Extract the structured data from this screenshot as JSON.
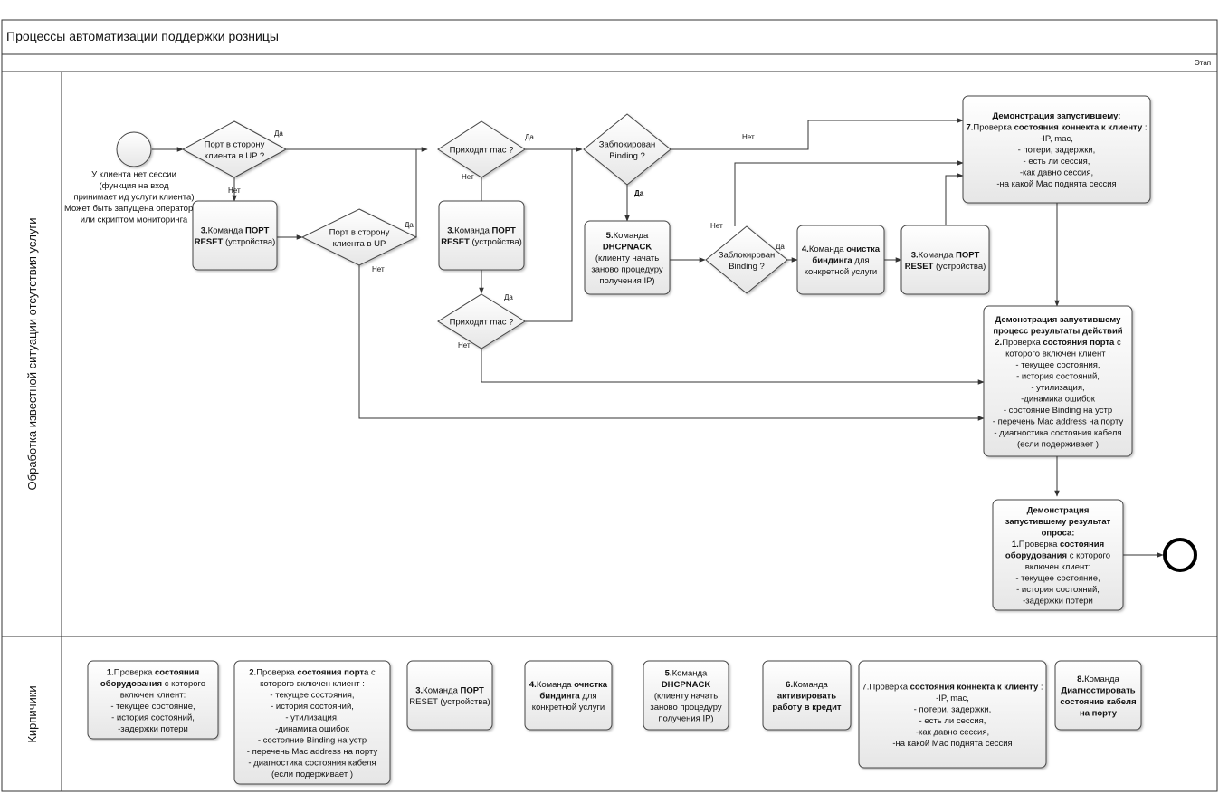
{
  "diagram": {
    "title": "Процессы автоматизации поддержки розницы",
    "stage_label": "Этап",
    "lanes": {
      "main": "Обработка известной ситуации отсутствия услуги",
      "bricks": "Кирпичики"
    },
    "start_note": [
      "У клиента нет сессии",
      "(функция на вход",
      "принимает ид услуги клиента)",
      "Может быть запущена оператором",
      "или скриптом мониторинга"
    ],
    "decisions": {
      "d1": [
        "Порт в сторону",
        "клиента в UP ?"
      ],
      "d2": [
        "Порт в сторону",
        "клиента в UP"
      ],
      "d3": [
        "Приходит mac ?"
      ],
      "d4": [
        "Приходит mac ?"
      ],
      "d5": [
        "Заблокирован",
        "Binding ?"
      ],
      "d6": [
        "Заблокирован",
        "Binding ?"
      ]
    },
    "edge_labels": {
      "yes": "Да",
      "no": "Нет"
    },
    "tasks": {
      "reset": [
        [
          [
            "3.",
            true
          ],
          [
            "Команда ",
            false
          ],
          [
            "ПОРТ",
            true
          ]
        ],
        [
          [
            "RESET",
            true
          ],
          [
            " (устройства)",
            false
          ]
        ]
      ],
      "dhcp": [
        [
          [
            "5.",
            true
          ],
          [
            "Команда",
            false
          ]
        ],
        [
          [
            "DHCPNACK",
            true
          ]
        ],
        [
          [
            "(клиенту начать",
            false
          ]
        ],
        [
          [
            "заново процедуру",
            false
          ]
        ],
        [
          [
            "получения IP)",
            false
          ]
        ]
      ],
      "clear_binding": [
        [
          [
            "4.",
            true
          ],
          [
            "Команда ",
            false
          ],
          [
            "очистка",
            true
          ]
        ],
        [
          [
            "биндинга",
            true
          ],
          [
            " для",
            false
          ]
        ],
        [
          [
            "конкретной услуги",
            false
          ]
        ]
      ],
      "session_check": [
        [
          [
            "Демонстрация запустившему:",
            true
          ]
        ],
        [
          [
            "7.",
            true
          ],
          [
            "Проверка ",
            false
          ],
          [
            "состояния коннекта к клиенту",
            true
          ],
          [
            " :",
            false
          ]
        ],
        [
          [
            "-IP, mac,",
            false
          ]
        ],
        [
          [
            "- потери, задержки,",
            false
          ]
        ],
        [
          [
            "- есть ли сессия,",
            false
          ]
        ],
        [
          [
            "-как давно сессия,",
            false
          ]
        ],
        [
          [
            "-на какой Mac поднята сессия",
            false
          ]
        ]
      ],
      "port_check": [
        [
          [
            "Демонстрация запустившему",
            true
          ]
        ],
        [
          [
            "процесс результаты действий",
            true
          ]
        ],
        [
          [
            "2.",
            true
          ],
          [
            "Проверка ",
            false
          ],
          [
            "состояния порта",
            true
          ],
          [
            " с",
            false
          ]
        ],
        [
          [
            "которого включен клиент :",
            false
          ]
        ],
        [
          [
            "- текущее состояния,",
            false
          ]
        ],
        [
          [
            "- история состояний,",
            false
          ]
        ],
        [
          [
            "- утилизация,",
            false
          ]
        ],
        [
          [
            "-динамика ошибок",
            false
          ]
        ],
        [
          [
            "- состояние Binding на устр",
            false
          ]
        ],
        [
          [
            "- перечень Mac address на порту",
            false
          ]
        ],
        [
          [
            "- диагностика состояния кабеля",
            false
          ]
        ],
        [
          [
            "(если подерживает )",
            false
          ]
        ]
      ],
      "equipment_check": [
        [
          [
            "Демонстрация",
            true
          ]
        ],
        [
          [
            "запустившему результат",
            true
          ]
        ],
        [
          [
            "опроса:",
            true
          ]
        ],
        [
          [
            "1.",
            true
          ],
          [
            "Проверка ",
            false
          ],
          [
            "состояния",
            true
          ]
        ],
        [
          [
            "оборудования",
            true
          ],
          [
            " с которого",
            false
          ]
        ],
        [
          [
            "включен клиент:",
            false
          ]
        ],
        [
          [
            "- текущее состояние,",
            false
          ]
        ],
        [
          [
            "- история состояний,",
            false
          ]
        ],
        [
          [
            "-задержки потери",
            false
          ]
        ]
      ]
    },
    "bricks": {
      "b1": [
        [
          [
            "1.",
            true
          ],
          [
            "Проверка ",
            false
          ],
          [
            "состояния",
            true
          ]
        ],
        [
          [
            "оборудования",
            true
          ],
          [
            " с которого",
            false
          ]
        ],
        [
          [
            "включен клиент:",
            false
          ]
        ],
        [
          [
            "- текущее состояние,",
            false
          ]
        ],
        [
          [
            "- история состояний,",
            false
          ]
        ],
        [
          [
            "-задержки потери",
            false
          ]
        ]
      ],
      "b2": [
        [
          [
            "2.",
            true
          ],
          [
            "Проверка ",
            false
          ],
          [
            "состояния порта",
            true
          ],
          [
            " с",
            false
          ]
        ],
        [
          [
            "которого включен клиент :",
            false
          ]
        ],
        [
          [
            "- текущее состояния,",
            false
          ]
        ],
        [
          [
            "- история состояний,",
            false
          ]
        ],
        [
          [
            "- утилизация,",
            false
          ]
        ],
        [
          [
            "-динамика ошибок",
            false
          ]
        ],
        [
          [
            "- состояние Binding на устр",
            false
          ]
        ],
        [
          [
            "- перечень Mac address на порту",
            false
          ]
        ],
        [
          [
            "- диагностика состояния кабеля",
            false
          ]
        ],
        [
          [
            "(если подерживает )",
            false
          ]
        ]
      ],
      "b3": [
        [
          [
            "3.",
            true
          ],
          [
            "Команда ",
            false
          ],
          [
            "ПОРТ",
            true
          ]
        ],
        [
          [
            "RESET",
            false
          ],
          [
            " (устройства)",
            false
          ]
        ]
      ],
      "b4": [
        [
          [
            "4.",
            true
          ],
          [
            "Команда ",
            false
          ],
          [
            "очистка",
            true
          ]
        ],
        [
          [
            "биндинга",
            true
          ],
          [
            " для",
            false
          ]
        ],
        [
          [
            "конкретной услуги",
            false
          ]
        ]
      ],
      "b5": [
        [
          [
            "5.",
            true
          ],
          [
            "Команда",
            false
          ]
        ],
        [
          [
            "DHCPNACK",
            true
          ]
        ],
        [
          [
            "(клиенту начать",
            false
          ]
        ],
        [
          [
            "заново процедуру",
            false
          ]
        ],
        [
          [
            "получения IP)",
            false
          ]
        ]
      ],
      "b6": [
        [
          [
            "6.",
            true
          ],
          [
            "Команда",
            false
          ]
        ],
        [
          [
            "активировать",
            true
          ]
        ],
        [
          [
            "работу в кредит",
            true
          ]
        ]
      ],
      "b7": [
        [
          [
            "7.",
            false
          ],
          [
            "Проверка ",
            false
          ],
          [
            "состояния коннекта к клиенту",
            true
          ],
          [
            " :",
            false
          ]
        ],
        [
          [
            "-IP, mac,",
            false
          ]
        ],
        [
          [
            "- потери, задержки,",
            false
          ]
        ],
        [
          [
            "- есть ли сессия,",
            false
          ]
        ],
        [
          [
            "-как давно сессия,",
            false
          ]
        ],
        [
          [
            "-на какой Mac поднята сессия",
            false
          ]
        ]
      ],
      "b8": [
        [
          [
            "8.",
            true
          ],
          [
            "Команда",
            false
          ]
        ],
        [
          [
            "Диагностировать",
            true
          ]
        ],
        [
          [
            "состояние кабеля",
            true
          ]
        ],
        [
          [
            "на порту",
            true
          ]
        ]
      ]
    }
  }
}
